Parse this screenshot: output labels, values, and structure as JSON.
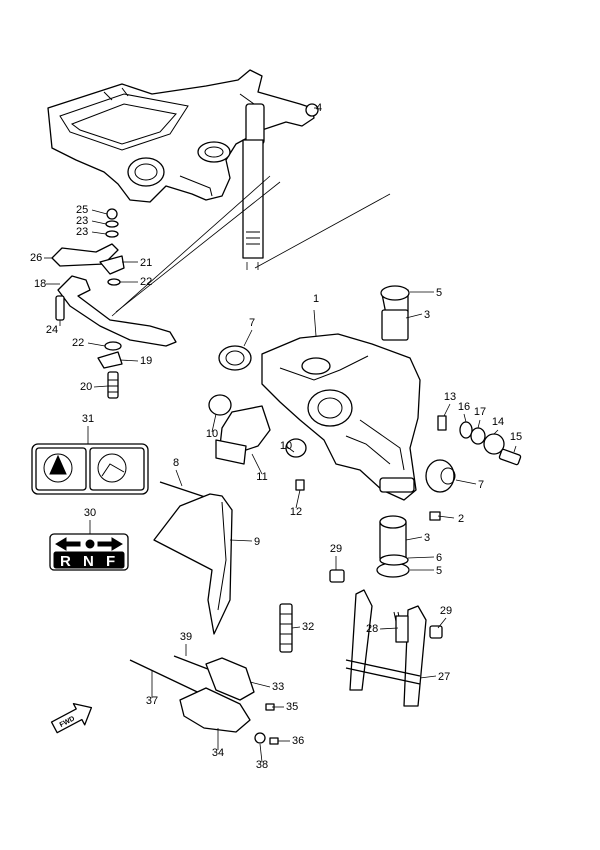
{
  "diagram": {
    "callouts": [
      "1",
      "2",
      "3",
      "3",
      "4",
      "5",
      "5",
      "6",
      "7",
      "7",
      "8",
      "9",
      "10",
      "10",
      "11",
      "12",
      "13",
      "14",
      "15",
      "16",
      "17",
      "18",
      "19",
      "20",
      "21",
      "22",
      "22",
      "23",
      "23",
      "24",
      "25",
      "26",
      "27",
      "28",
      "29",
      "29",
      "30",
      "31",
      "32",
      "33",
      "34",
      "35",
      "36",
      "37",
      "38",
      "39"
    ],
    "shift_label": {
      "letters": [
        "R",
        "N",
        "F"
      ]
    },
    "direction_badge": "FWD"
  }
}
